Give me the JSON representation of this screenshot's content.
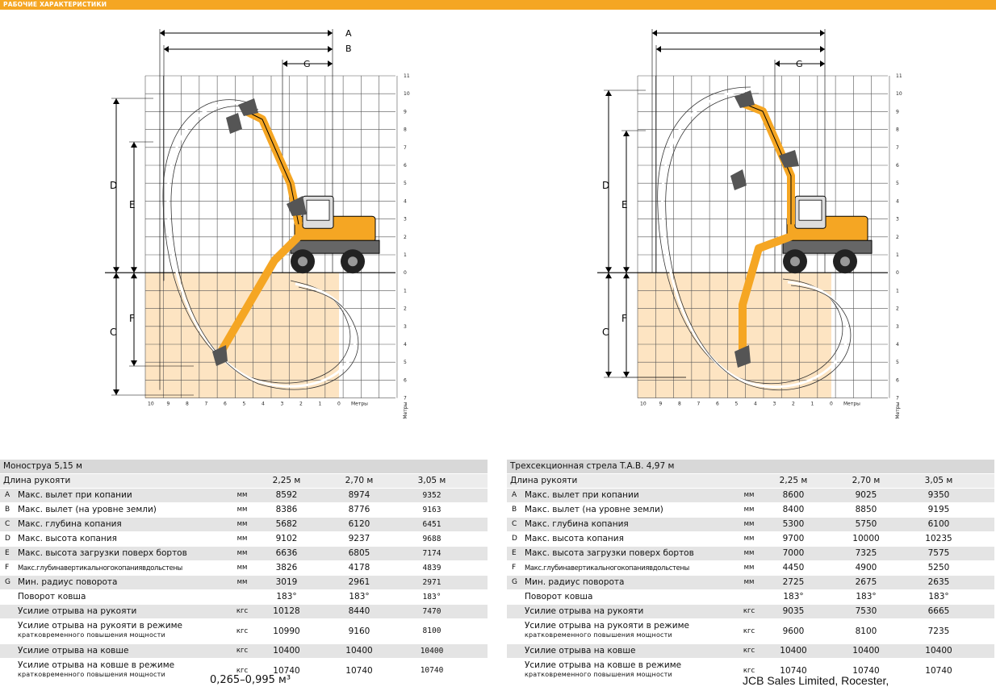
{
  "header": {
    "title": "РАБОЧИЕ ХАРАКТЕРИСТИКИ"
  },
  "dim_letters": [
    "A",
    "B",
    "C",
    "D",
    "E",
    "F",
    "G"
  ],
  "axis": {
    "x_ticks": [
      "10",
      "9",
      "8",
      "7",
      "6",
      "5",
      "4",
      "3",
      "2",
      "1",
      "0"
    ],
    "y_ticks": [
      "11",
      "10",
      "9",
      "8",
      "7",
      "6",
      "5",
      "4",
      "3",
      "2",
      "1",
      "0",
      "1",
      "2",
      "3",
      "4",
      "5",
      "6",
      "7"
    ],
    "unit_label": "Метры"
  },
  "colors": {
    "accent": "#f5a623",
    "ground": "#fde4c2",
    "machine": "#f5a623"
  },
  "table_left": {
    "title": "Моноструа 5,15 м",
    "arm_label": "Длина рукояти",
    "arms": [
      "2,25 м",
      "2,70 м",
      "3,05 м"
    ],
    "rows": [
      {
        "letter": "A",
        "label": "Макс. вылет при копании",
        "unit": "мм",
        "v": [
          "8592",
          "8974",
          "9352"
        ]
      },
      {
        "letter": "B",
        "label": "Макс. вылет (на уровне земли)",
        "unit": "мм",
        "v": [
          "8386",
          "8776",
          "9163"
        ]
      },
      {
        "letter": "C",
        "label": "Макс. глубина копания",
        "unit": "мм",
        "v": [
          "5682",
          "6120",
          "6451"
        ]
      },
      {
        "letter": "D",
        "label": "Макс. высота копания",
        "unit": "мм",
        "v": [
          "9102",
          "9237",
          "9688"
        ]
      },
      {
        "letter": "E",
        "label": "Макс. высота загрузки поверх бортов",
        "unit": "мм",
        "v": [
          "6636",
          "6805",
          "7174"
        ]
      },
      {
        "letter": "F",
        "label": "Макс.глубинавертикальногокопаниявдольстены",
        "unit": "мм",
        "v": [
          "3826",
          "4178",
          "4839"
        ]
      },
      {
        "letter": "G",
        "label": "Мин. радиус поворота",
        "unit": "мм",
        "v": [
          "3019",
          "2961",
          "2971"
        ]
      },
      {
        "letter": "",
        "label": "Поворот ковша",
        "unit": "",
        "v": [
          "183°",
          "183°",
          "183°"
        ]
      },
      {
        "letter": "",
        "label": "Усилие отрыва на рукояти",
        "unit": "кгс",
        "v": [
          "10128",
          "8440",
          "7470"
        ]
      },
      {
        "letter": "",
        "label": "Усилие отрыва на рукояти в режиме",
        "label2": "кратковременного повышения мощности",
        "unit": "кгс",
        "v": [
          "10990",
          "9160",
          "8100"
        ]
      },
      {
        "letter": "",
        "label": "Усилие отрыва на ковше",
        "unit": "кгс",
        "v": [
          "10400",
          "10400",
          "10400"
        ]
      },
      {
        "letter": "",
        "label": "Усилие отрыва на ковше в режиме",
        "label2": "кратковременного повышения мощности",
        "unit": "кгс",
        "v": [
          "10740",
          "10740",
          "10740"
        ]
      }
    ]
  },
  "table_right": {
    "title": "Трехсекционная стрела T.A.B. 4,97 м",
    "arm_label": "Длина рукояти",
    "arms": [
      "2,25 м",
      "2,70 м",
      "3,05 м"
    ],
    "rows": [
      {
        "letter": "A",
        "label": "Макс. вылет при копании",
        "unit": "мм",
        "v": [
          "8600",
          "9025",
          "9350"
        ]
      },
      {
        "letter": "B",
        "label": "Макс. вылет (на уровне земли)",
        "unit": "мм",
        "v": [
          "8400",
          "8850",
          "9195"
        ]
      },
      {
        "letter": "C",
        "label": "Макс. глубина копания",
        "unit": "мм",
        "v": [
          "5300",
          "5750",
          "6100"
        ]
      },
      {
        "letter": "D",
        "label": "Макс. высота копания",
        "unit": "мм",
        "v": [
          "9700",
          "10000",
          "10235"
        ]
      },
      {
        "letter": "E",
        "label": "Макс. высота загрузки поверх бортов",
        "unit": "мм",
        "v": [
          "7000",
          "7325",
          "7575"
        ]
      },
      {
        "letter": "F",
        "label": "Макс.глубинавертикальногокопаниявдольстены",
        "unit": "мм",
        "v": [
          "4450",
          "4900",
          "5250"
        ]
      },
      {
        "letter": "G",
        "label": "Мин. радиус поворота",
        "unit": "мм",
        "v": [
          "2725",
          "2675",
          "2635"
        ]
      },
      {
        "letter": "",
        "label": "Поворот ковша",
        "unit": "",
        "v": [
          "183°",
          "183°",
          "183°"
        ]
      },
      {
        "letter": "",
        "label": "Усилие отрыва на рукояти",
        "unit": "кгс",
        "v": [
          "9035",
          "7530",
          "6665"
        ]
      },
      {
        "letter": "",
        "label": "Усилие отрыва на рукояти в режиме",
        "label2": "кратковременного повышения мощности",
        "unit": "кгс",
        "v": [
          "9600",
          "8100",
          "7235"
        ]
      },
      {
        "letter": "",
        "label": "Усилие отрыва на ковше",
        "unit": "кгс",
        "v": [
          "10400",
          "10400",
          "10400"
        ]
      },
      {
        "letter": "",
        "label": "Усилие отрыва на ковше в режиме",
        "label2": "кратковременного повышения мощности",
        "unit": "кгс",
        "v": [
          "10740",
          "10740",
          "10740"
        ]
      }
    ]
  },
  "footer": {
    "left": "0,265–0,995 м³",
    "right": "JCB Sales Limited, Rocester,"
  }
}
